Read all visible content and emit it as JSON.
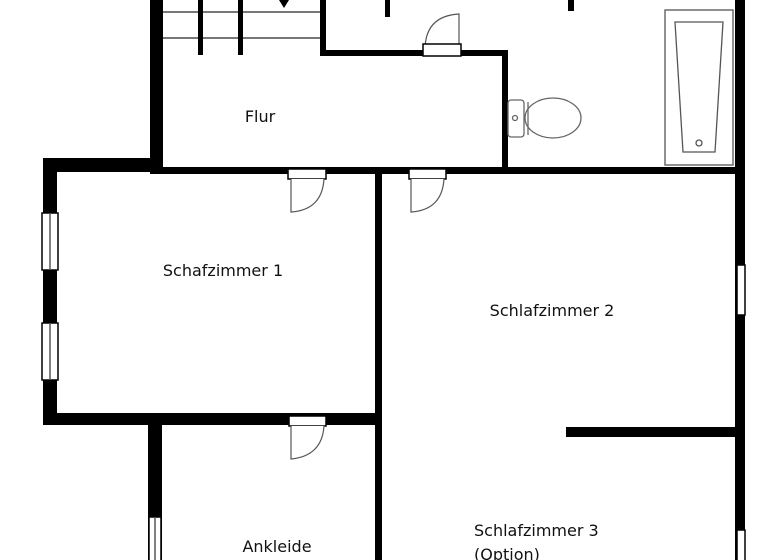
{
  "rooms": {
    "flur": "Flur",
    "schlafzimmer1": "Schafzimmer 1",
    "schlafzimmer2": "Schlafzimmer 2",
    "ankleide": "Ankleide",
    "schlafzimmer3_line1": "Schlafzimmer 3",
    "schlafzimmer3_line2": "(Option)"
  },
  "colors": {
    "wall": "#000000",
    "fixture": "#777777",
    "background": "#ffffff"
  }
}
